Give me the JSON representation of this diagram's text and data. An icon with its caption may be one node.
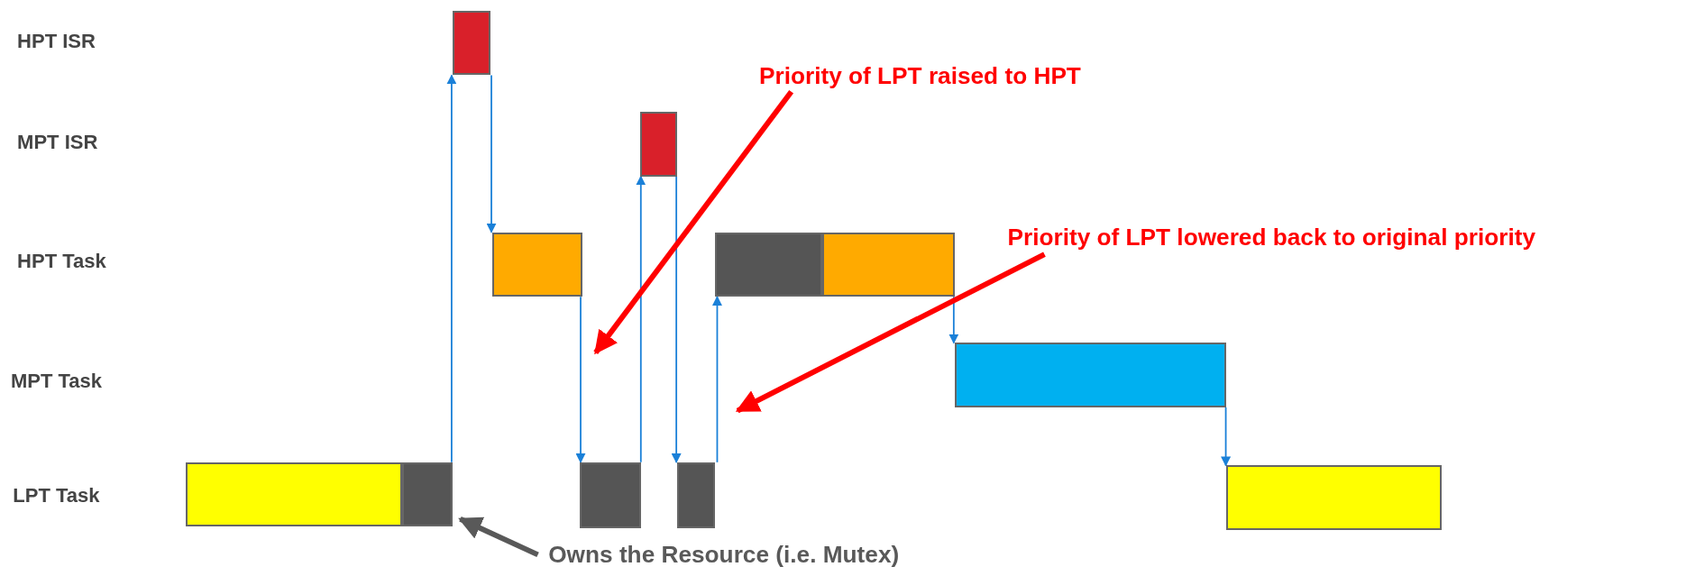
{
  "diagram": {
    "nodes": [
      {
        "text": [],
        "shape": "bar"
      },
      {
        "text": [],
        "shape": "bar"
      },
      {
        "text": [],
        "shape": "bar"
      },
      {
        "text": [],
        "shape": "bar"
      },
      {
        "text": [],
        "shape": "bar"
      },
      {
        "text": [],
        "shape": "bar"
      },
      {
        "text": [],
        "shape": "bar"
      },
      {
        "text": [],
        "shape": "bar"
      },
      {
        "text": [],
        "shape": "bar"
      },
      {
        "text": [],
        "shape": "bar"
      },
      {
        "text": [],
        "shape": "bar"
      },
      {
        "text": [
          "Priority of LPT raised to HPT"
        ]
      },
      {
        "text": [
          "Priority of LPT lowered back to original priority"
        ]
      },
      {
        "text": [
          "Owns the Resource (i.e. Mutex)"
        ]
      }
    ],
    "edges": [
      {
        "from": 7,
        "to": 0,
        "arrow": "to"
      },
      {
        "from": 0,
        "to": 2,
        "arrow": "to"
      },
      {
        "from": 2,
        "to": 8,
        "arrow": "to"
      },
      {
        "from": 8,
        "to": 1,
        "arrow": "to"
      },
      {
        "from": 1,
        "to": 9,
        "arrow": "to"
      },
      {
        "from": 9,
        "to": 3,
        "arrow": "to"
      },
      {
        "from": 4,
        "to": 5,
        "arrow": "to"
      },
      {
        "from": 5,
        "to": 10,
        "arrow": "to"
      },
      {
        "from": 11,
        "to": null,
        "arrow": "to",
        "style": "thick",
        "color": "#ff0000"
      },
      {
        "from": 12,
        "to": null,
        "arrow": "to",
        "style": "thick",
        "color": "#ff0000"
      },
      {
        "from": 13,
        "to": 7,
        "arrow": "to",
        "style": "thick",
        "color": "#595959"
      }
    ],
    "labels": [
      "HPT ISR",
      "MPT ISR",
      "HPT Task",
      "MPT Task",
      "LPT Task"
    ]
  }
}
